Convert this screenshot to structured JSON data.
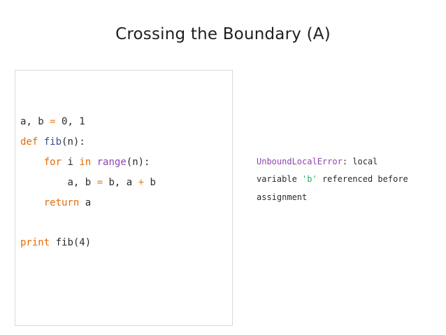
{
  "title": "Crossing the Boundary (A)",
  "code": {
    "line1": {
      "a": "a, b ",
      "op": "=",
      "b": " 0, 1"
    },
    "line2": {
      "kw": "def",
      "sp": " ",
      "fn": "fib",
      "rest": "(n):"
    },
    "line3": {
      "indent": "    ",
      "kw1": "for",
      "mid": " i ",
      "kw2": "in",
      "sp": " ",
      "builtin": "range",
      "rest": "(n):"
    },
    "line4": {
      "indent": "        ",
      "a": "a, b ",
      "op1": "=",
      "b": " b, a ",
      "op2": "+",
      "c": " b"
    },
    "line5": {
      "indent": "    ",
      "kw": "return",
      "rest": " a"
    },
    "line6": {
      "kw": "print",
      "rest": " fib(4)"
    }
  },
  "error": {
    "name": "UnboundLocalError",
    "rest1": ": local",
    "line2_pre": "variable ",
    "line2_str": "'b'",
    "line2_post": " referenced before",
    "line3": "assignment"
  },
  "colors": {
    "keyword": "#e36c09",
    "function": "#3d4b8f",
    "builtin": "#8e44ad",
    "operator": "#e67e22",
    "string": "#27ae60"
  }
}
